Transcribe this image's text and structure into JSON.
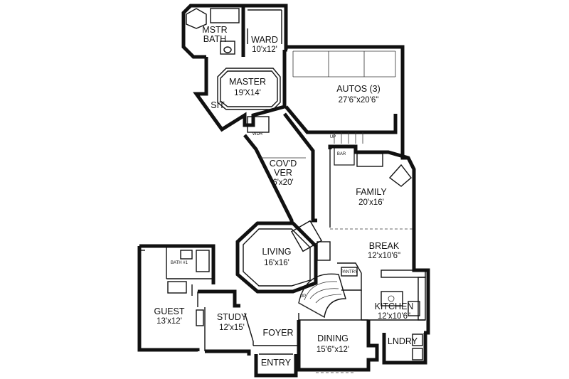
{
  "rooms": {
    "mstr_bath": {
      "line1": "MSTR",
      "line2": "BATH"
    },
    "ward": {
      "name": "WARD",
      "size": "10'x12'"
    },
    "master": {
      "name": "MASTER",
      "size": "19'X14'"
    },
    "sit": {
      "name": "SIT"
    },
    "autos": {
      "name": "AUTOS (3)",
      "size": "27'6\"x20'6\""
    },
    "wdr": {
      "name": "WDR"
    },
    "covd_ver": {
      "name": "COV'D",
      "name2": "VER",
      "size": "6'x20'"
    },
    "bar": {
      "name": "BAR"
    },
    "family": {
      "name": "FAMILY",
      "size": "20'x16'"
    },
    "living": {
      "name": "LIVING",
      "size": "16'x16'"
    },
    "break": {
      "name": "BREAK",
      "size": "12'x10'6\""
    },
    "bath1": {
      "name": "BATH #1"
    },
    "pantry": {
      "name": "PANTRY"
    },
    "guest": {
      "name": "GUEST",
      "size": "13'x12'"
    },
    "study": {
      "name": "STUDY",
      "size": "12'x15'"
    },
    "kitchen": {
      "name": "KITCHEN",
      "size": "12'x10'6\""
    },
    "foyer": {
      "name": "FOYER"
    },
    "dining": {
      "name": "DINING",
      "size": "15'6\"x12'"
    },
    "lndry": {
      "name": "LNDRY"
    },
    "entry": {
      "name": "ENTRY"
    }
  },
  "stairs": {
    "up1": "UP",
    "up2": "UP"
  }
}
